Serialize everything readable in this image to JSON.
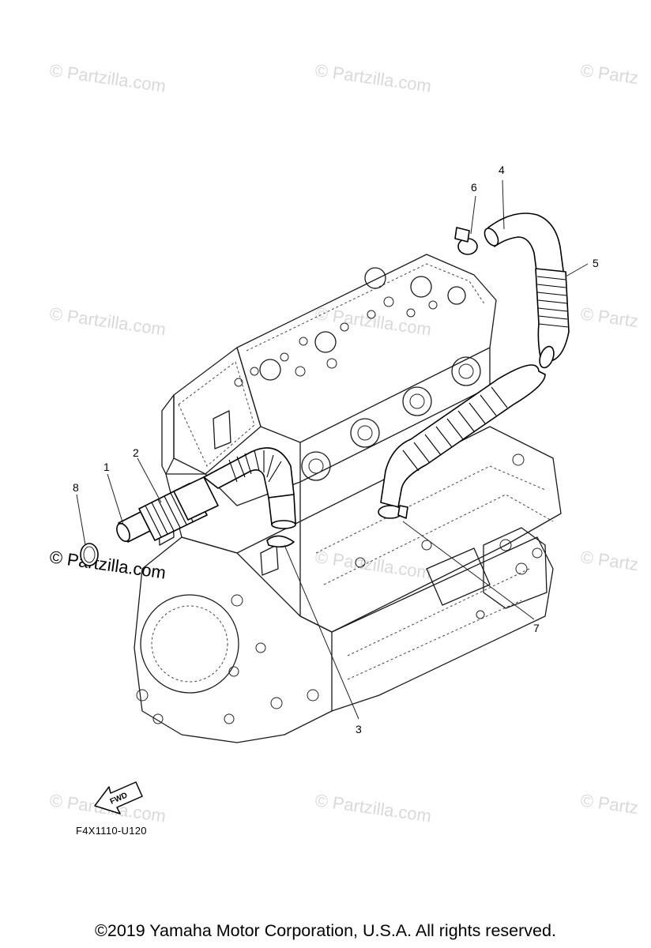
{
  "watermarks": [
    "© Partzilla.com",
    "© Partzilla.com",
    "© Partz",
    "© Partzilla.com",
    "© Partzilla.com",
    "© Partz",
    "© Partzilla.com",
    "© Partzilla.com",
    "© Partz",
    "© Partzilla.com",
    "© Partzilla.com",
    "© Partz"
  ],
  "callouts": {
    "c1": "1",
    "c2": "2",
    "c3": "3",
    "c4": "4",
    "c5": "5",
    "c6": "6",
    "c7": "7",
    "c8": "8"
  },
  "fwd_label": "FWD",
  "reference_code": "F4X1110-U120",
  "copyright": "©2019  Yamaha Motor Corporation, U.S.A. All rights reserved."
}
